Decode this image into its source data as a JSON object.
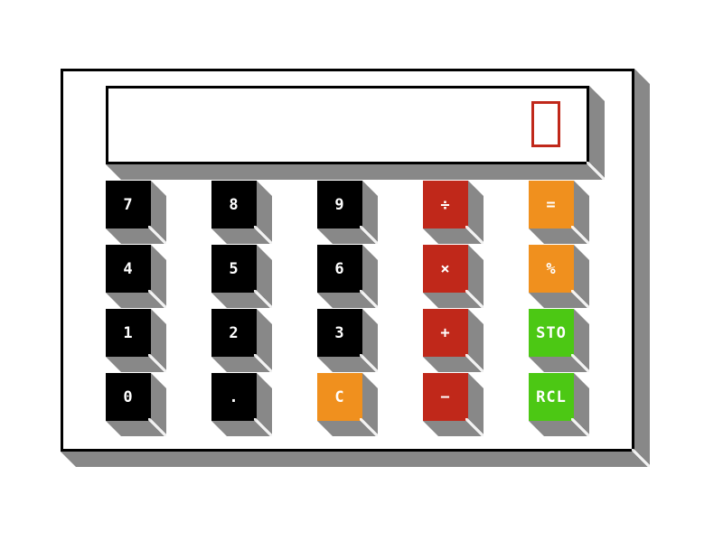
{
  "colors": {
    "digit": "#000000",
    "operator": "#c0281a",
    "function": "#f0901e",
    "memory": "#4cc814",
    "shadow": "#888888"
  },
  "display": {
    "value": "",
    "cursor": "block-cursor"
  },
  "keys": [
    {
      "label": "7",
      "type": "digit"
    },
    {
      "label": "8",
      "type": "digit"
    },
    {
      "label": "9",
      "type": "digit"
    },
    {
      "label": "÷",
      "type": "operator"
    },
    {
      "label": "=",
      "type": "function"
    },
    {
      "label": "4",
      "type": "digit"
    },
    {
      "label": "5",
      "type": "digit"
    },
    {
      "label": "6",
      "type": "digit"
    },
    {
      "label": "×",
      "type": "operator"
    },
    {
      "label": "%",
      "type": "function"
    },
    {
      "label": "1",
      "type": "digit"
    },
    {
      "label": "2",
      "type": "digit"
    },
    {
      "label": "3",
      "type": "digit"
    },
    {
      "label": "+",
      "type": "operator"
    },
    {
      "label": "STO",
      "type": "memory"
    },
    {
      "label": "0",
      "type": "digit"
    },
    {
      "label": ".",
      "type": "digit"
    },
    {
      "label": "C",
      "type": "function"
    },
    {
      "label": "−",
      "type": "operator"
    },
    {
      "label": "RCL",
      "type": "memory"
    }
  ]
}
